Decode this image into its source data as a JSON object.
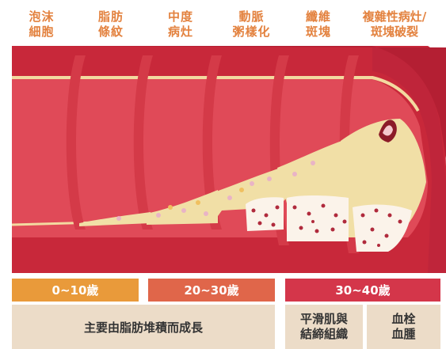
{
  "stages": [
    {
      "line1": "泡沫",
      "line2": "細胞"
    },
    {
      "line1": "脂肪",
      "line2": "條紋"
    },
    {
      "line1": "中度",
      "line2": "病灶"
    },
    {
      "line1": "動脈",
      "line2": "粥樣化"
    },
    {
      "line1": "纖維",
      "line2": "斑塊"
    },
    {
      "line1": "複雜性病灶/",
      "line2": "斑塊破裂"
    }
  ],
  "ages": [
    "0~10歲",
    "20~30歲",
    "30~40歲"
  ],
  "descriptions": {
    "growth": "主要由脂肪堆積而成長",
    "fibrous_line1": "平滑肌與",
    "fibrous_line2": "結締組織",
    "clot_line1": "血栓",
    "clot_line2": "血腫"
  },
  "colors": {
    "label_orange": "#e3823f",
    "age_orange": "#e99a3a",
    "age_coral": "#e0664a",
    "age_red": "#d4364a",
    "wall_red": "#c8283a",
    "lumen_pink": "#e04a58",
    "plaque_cream": "#f1dfa6",
    "desc_beige": "#ecdcc8"
  }
}
